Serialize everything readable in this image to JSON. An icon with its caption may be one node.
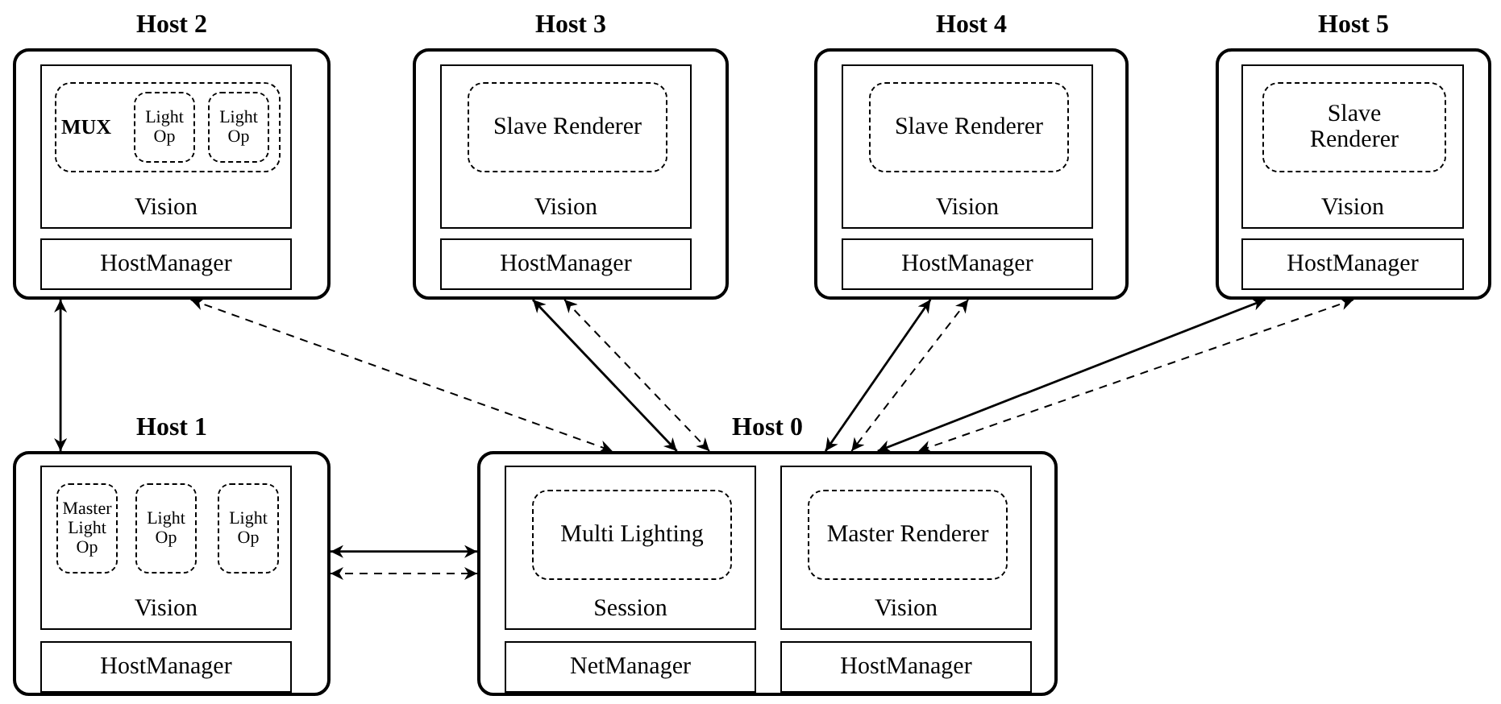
{
  "diagram": {
    "nodes": [
      {
        "text": [
          "Host 2"
        ]
      },
      {
        "text": [
          "Vision"
        ],
        "in": 0
      },
      {
        "text": [
          "MUX"
        ],
        "in": 1
      },
      {
        "text": [
          "Light Op"
        ],
        "in": 2
      },
      {
        "text": [
          "Light Op"
        ],
        "in": 2
      },
      {
        "text": [
          "HostManager"
        ],
        "in": 0
      },
      {
        "text": [
          "Host 3"
        ]
      },
      {
        "text": [
          "Vision"
        ],
        "in": 6
      },
      {
        "text": [
          "Slave Renderer"
        ],
        "in": 7
      },
      {
        "text": [
          "HostManager"
        ],
        "in": 6
      },
      {
        "text": [
          "Host 4"
        ]
      },
      {
        "text": [
          "Vision"
        ],
        "in": 10
      },
      {
        "text": [
          "Slave Renderer"
        ],
        "in": 11
      },
      {
        "text": [
          "HostManager"
        ],
        "in": 10
      },
      {
        "text": [
          "Host 5"
        ]
      },
      {
        "text": [
          "Vision"
        ],
        "in": 14
      },
      {
        "text": [
          "Slave Renderer"
        ],
        "in": 15
      },
      {
        "text": [
          "HostManager"
        ],
        "in": 14
      },
      {
        "text": [
          "Host 1"
        ]
      },
      {
        "text": [
          "Vision"
        ],
        "in": 18
      },
      {
        "text": [
          "Master Light Op"
        ],
        "in": 19
      },
      {
        "text": [
          "Light Op"
        ],
        "in": 19
      },
      {
        "text": [
          "Light Op"
        ],
        "in": 19
      },
      {
        "text": [
          "HostManager"
        ],
        "in": 18
      },
      {
        "text": [
          "Host 0"
        ]
      },
      {
        "text": [
          "Session"
        ],
        "in": 24
      },
      {
        "text": [
          "Multi Lighting"
        ],
        "in": 25
      },
      {
        "text": [
          "NetManager"
        ],
        "in": 24
      },
      {
        "text": [
          "Vision"
        ],
        "in": 24
      },
      {
        "text": [
          "Master Renderer"
        ],
        "in": 28
      },
      {
        "text": [
          "HostManager"
        ],
        "in": 24
      }
    ],
    "edges": [
      {
        "from": 18,
        "to": 0,
        "arrow": "both"
      },
      {
        "from": 0,
        "to": 24,
        "arrow": "both",
        "style": "dashed"
      },
      {
        "from": 6,
        "to": 24,
        "arrow": "both"
      },
      {
        "from": 6,
        "to": 24,
        "arrow": "both",
        "style": "dashed"
      },
      {
        "from": 10,
        "to": 24,
        "arrow": "both"
      },
      {
        "from": 10,
        "to": 24,
        "arrow": "both",
        "style": "dashed"
      },
      {
        "from": 14,
        "to": 24,
        "arrow": "both"
      },
      {
        "from": 14,
        "to": 24,
        "arrow": "both",
        "style": "dashed"
      },
      {
        "from": 18,
        "to": 24,
        "arrow": "both"
      },
      {
        "from": 18,
        "to": 24,
        "arrow": "both",
        "style": "dashed"
      }
    ]
  }
}
